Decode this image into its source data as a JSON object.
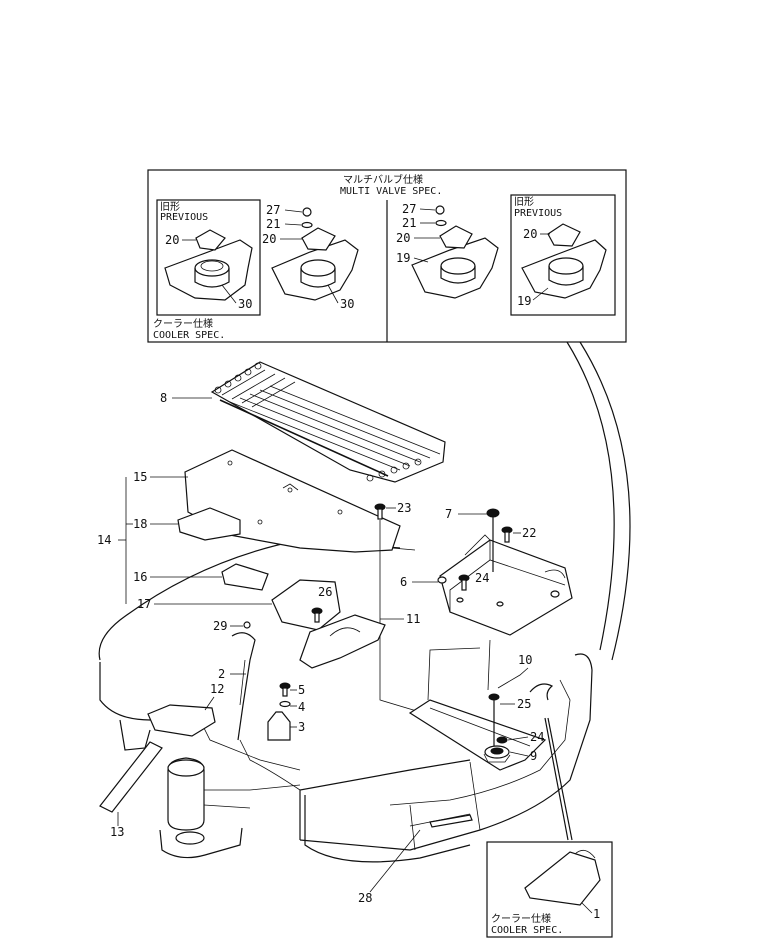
{
  "insets": {
    "multi_valve_ja": "マルチバルブ仕様",
    "multi_valve_en": "MULTI VALVE SPEC.",
    "previous_ja": "旧形",
    "previous_en": "PREVIOUS",
    "cooler_ja": "クーラー仕様",
    "cooler_en": "COOLER SPEC."
  },
  "callouts": {
    "c1": "1",
    "c2": "2",
    "c3": "3",
    "c4": "4",
    "c5": "5",
    "c6": "6",
    "c7": "7",
    "c8": "8",
    "c9": "9",
    "c10": "10",
    "c11": "11",
    "c12": "12",
    "c13": "13",
    "c14": "14",
    "c15": "15",
    "c16": "16",
    "c17": "17",
    "c18": "18",
    "c19": "19",
    "c20": "20",
    "c21": "21",
    "c22": "22",
    "c23": "23",
    "c24": "24",
    "c25": "25",
    "c26": "26",
    "c27": "27",
    "c28": "28",
    "c29": "29",
    "c30": "30"
  }
}
